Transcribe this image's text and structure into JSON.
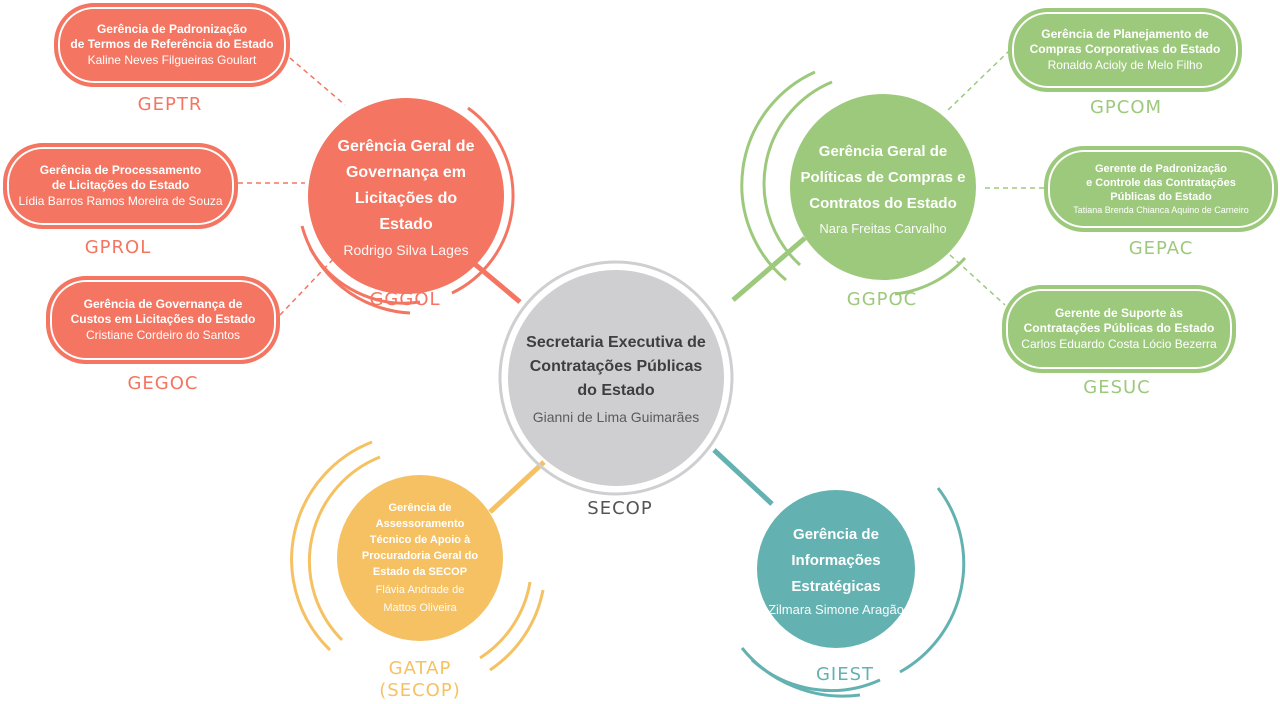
{
  "colors": {
    "red": "#f47561",
    "green": "#9dc97c",
    "gray": "#cfcfd1",
    "yellow": "#f5c163",
    "teal": "#63b2b1",
    "gray_text": "#555555"
  },
  "center": {
    "title": "Secretaria Executiva de Contratações Públicas do Estado",
    "name": "Gianni de Lima Guimarães",
    "acronym": "SECOP"
  },
  "gggol": {
    "title": "Gerência Geral de Governança em Licitações do Estado",
    "name": "Rodrigo Silva Lages",
    "acronym": "GGGOL"
  },
  "ggpoc": {
    "title": "Gerência Geral de Políticas de Compras e Contratos do Estado",
    "name": "Nara Freitas Carvalho",
    "acronym": "GGPOC"
  },
  "gatap": {
    "title": "Gerência de Assessoramento Técnico de Apoio à Procuradoria Geral do Estado da SECOP",
    "name": "Flávia Andrade de Mattos Oliveira",
    "acronym_line1": "GATAP",
    "acronym_line2": "(SECOP)"
  },
  "giest": {
    "title": "Gerência de Informações Estratégicas",
    "name": "Zilmara Simone Aragão",
    "acronym": "GIEST"
  },
  "geptr": {
    "title_line1": "Gerência de Padronização",
    "title_line2": "de Termos de Referência do Estado",
    "name": "Kaline Neves Filgueiras Goulart",
    "acronym": "GEPTR"
  },
  "gprol": {
    "title_line1": "Gerência de Processamento",
    "title_line2": "de Licitações do Estado",
    "name": "Lídia Barros Ramos Moreira de Souza",
    "acronym": "GPROL"
  },
  "gegoc": {
    "title_line1": "Gerência de Governança de",
    "title_line2": "Custos em Licitações do Estado",
    "name": "Cristiane Cordeiro do Santos",
    "acronym": "GEGOC"
  },
  "gpcom": {
    "title_line1": "Gerência de Planejamento de",
    "title_line2": "Compras Corporativas do Estado",
    "name": "Ronaldo Acioly de Melo Filho",
    "acronym": "GPCOM"
  },
  "gepac": {
    "title_line1": "Gerente de Padronização",
    "title_line2": "e Controle das Contratações",
    "title_line3": "Públicas do Estado",
    "name": "Tatiana Brenda Chianca Aquino de Carneiro",
    "acronym": "GEPAC"
  },
  "gesuc": {
    "title_line1": "Gerente de Suporte às",
    "title_line2": "Contratações Públicas do Estado",
    "name": "Carlos Eduardo Costa Lócio Bezerra",
    "acronym": "GESUC"
  }
}
